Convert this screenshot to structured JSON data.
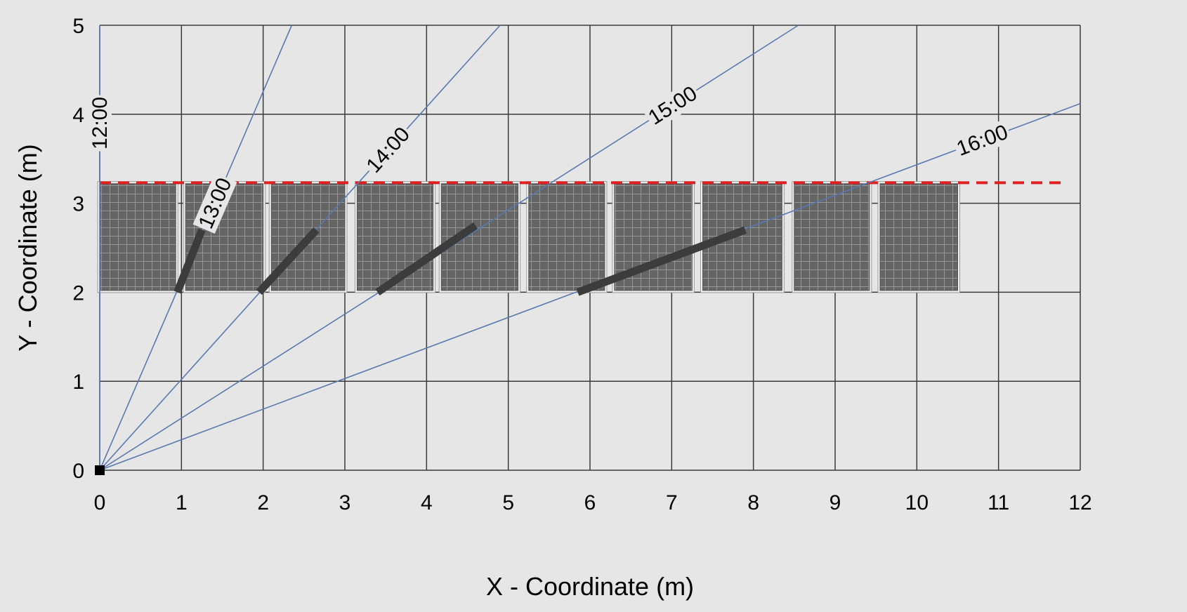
{
  "chart_data": {
    "type": "line",
    "xlabel": "X - Coordinate (m)",
    "ylabel": "Y - Coordinate (m)",
    "xlim": [
      0,
      12
    ],
    "ylim": [
      0,
      5
    ],
    "x_ticks": [
      "0",
      "1",
      "2",
      "3",
      "4",
      "5",
      "6",
      "7",
      "8",
      "9",
      "10",
      "11",
      "12"
    ],
    "y_ticks": [
      "0",
      "1",
      "2",
      "3",
      "4",
      "5"
    ],
    "grid": true,
    "origin": [
      0,
      0
    ],
    "sun_rays": [
      {
        "label": "12:00",
        "direction": [
          0,
          5
        ]
      },
      {
        "label": "13:00",
        "direction": [
          2.35,
          5
        ]
      },
      {
        "label": "14:00",
        "direction": [
          4.9,
          5
        ]
      },
      {
        "label": "15:00",
        "direction": [
          8.55,
          5
        ]
      },
      {
        "label": "16:00",
        "direction": [
          12,
          4.12
        ]
      }
    ],
    "shadows": [
      {
        "from": [
          0.95,
          2.0
        ],
        "to": [
          1.25,
          2.7
        ]
      },
      {
        "from": [
          1.95,
          2.0
        ],
        "to": [
          2.65,
          2.7
        ]
      },
      {
        "from": [
          3.4,
          2.0
        ],
        "to": [
          4.6,
          2.75
        ]
      },
      {
        "from": [
          5.85,
          2.0
        ],
        "to": [
          7.9,
          2.7
        ]
      }
    ],
    "threshold_line": {
      "y": 3.23,
      "x_range": [
        0,
        11.8
      ],
      "style": "dashed",
      "color": "#e02020"
    },
    "panels": {
      "count": 10,
      "y_range": [
        2.02,
        3.22
      ],
      "x_ranges": [
        [
          0,
          0.93
        ],
        [
          1.05,
          2.0
        ],
        [
          2.1,
          3.0
        ],
        [
          3.15,
          4.08
        ],
        [
          4.18,
          5.12
        ],
        [
          5.25,
          6.18
        ],
        [
          6.3,
          7.25
        ],
        [
          7.38,
          8.35
        ],
        [
          8.5,
          9.42
        ],
        [
          9.55,
          10.5
        ]
      ]
    },
    "colors": {
      "background": "#e6e6e6",
      "grid": "#3a3a3a",
      "ray": "#5a78b0",
      "shadow": "#3c3c3c",
      "panel": "#656565",
      "panel_cell_line": "#a8a8a8",
      "threshold": "#e02020"
    }
  }
}
